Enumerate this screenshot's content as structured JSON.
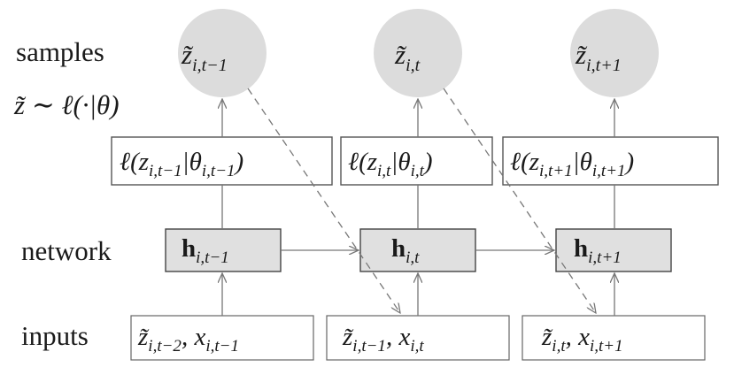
{
  "row_labels": {
    "samples": "samples",
    "distribution": "z̃ ∼ ℓ(·|θ)",
    "network": "network",
    "inputs": "inputs"
  },
  "columns": [
    {
      "sample": {
        "base": "z̃",
        "sub": "i,t−1"
      },
      "likelihood": {
        "pre": "ℓ(z",
        "zsub": "i,t−1",
        "mid": "|θ",
        "tsub": "i,t−1",
        "post": ")"
      },
      "hidden": {
        "base": "h",
        "sub": "i,t−1"
      },
      "input": {
        "a": "z̃",
        "asub": "i,t−2",
        "sep": ", x",
        "bsub": "i,t−1"
      }
    },
    {
      "sample": {
        "base": "z̃",
        "sub": "i,t"
      },
      "likelihood": {
        "pre": "ℓ(z",
        "zsub": "i,t",
        "mid": "|θ",
        "tsub": "i,t",
        "post": ")"
      },
      "hidden": {
        "base": "h",
        "sub": "i,t"
      },
      "input": {
        "a": "z̃",
        "asub": "i,t−1",
        "sep": ", x",
        "bsub": "i,t"
      }
    },
    {
      "sample": {
        "base": "z̃",
        "sub": "i,t+1"
      },
      "likelihood": {
        "pre": "ℓ(z",
        "zsub": "i,t+1",
        "mid": "|θ",
        "tsub": "i,t+1",
        "post": ")"
      },
      "hidden": {
        "base": "h",
        "sub": "i,t+1"
      },
      "input": {
        "a": "z̃",
        "asub": "i,t",
        "sep": ", x",
        "bsub": "i,t+1"
      }
    }
  ]
}
